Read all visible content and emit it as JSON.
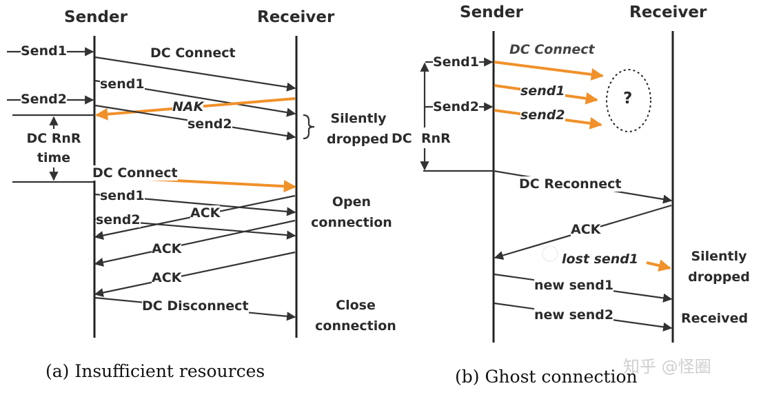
{
  "colors": {
    "arrow": "#333333",
    "highlight": "#f0912a",
    "timeline": "#222222",
    "watermark": "#cfcfcf"
  },
  "panel_a": {
    "sender_label": "Sender",
    "receiver_label": "Receiver",
    "send1": "Send1",
    "send2": "Send2",
    "dc_connect_1": "DC Connect",
    "send1_lower_1": "send1",
    "nak": "NAK",
    "send2_lower_1": "send2",
    "silently": "Silently",
    "dropped": "dropped",
    "dc_rnr": "DC RnR",
    "time": "time",
    "dc_connect_2": "DC Connect",
    "send1_lower_2": "send1",
    "ack_1": "ACK",
    "open": "Open",
    "connection_open": "connection",
    "send2_lower_2": "send2",
    "ack_2": "ACK",
    "ack_3": "ACK",
    "dc_disconnect": "DC Disconnect",
    "close": "Close",
    "connection_close": "connection",
    "caption": "(a)  Insufficient resources"
  },
  "panel_b": {
    "sender_label": "Sender",
    "receiver_label": "Receiver",
    "send1": "Send1",
    "send2": "Send2",
    "dc_connect": "DC Connect",
    "send1_lower": "send1",
    "send2_lower": "send2",
    "unknown": "?",
    "dc_rnr": "DC  RnR",
    "dc_reconnect": "DC Reconnect",
    "ack": "ACK",
    "lost_send1": "lost send1",
    "silently": "Silently",
    "dropped": "dropped",
    "new_send1": "new send1",
    "new_send2": "new send2",
    "received": "Received",
    "caption": "(b)  Ghost connection"
  },
  "watermark": "知乎 @怪圈"
}
